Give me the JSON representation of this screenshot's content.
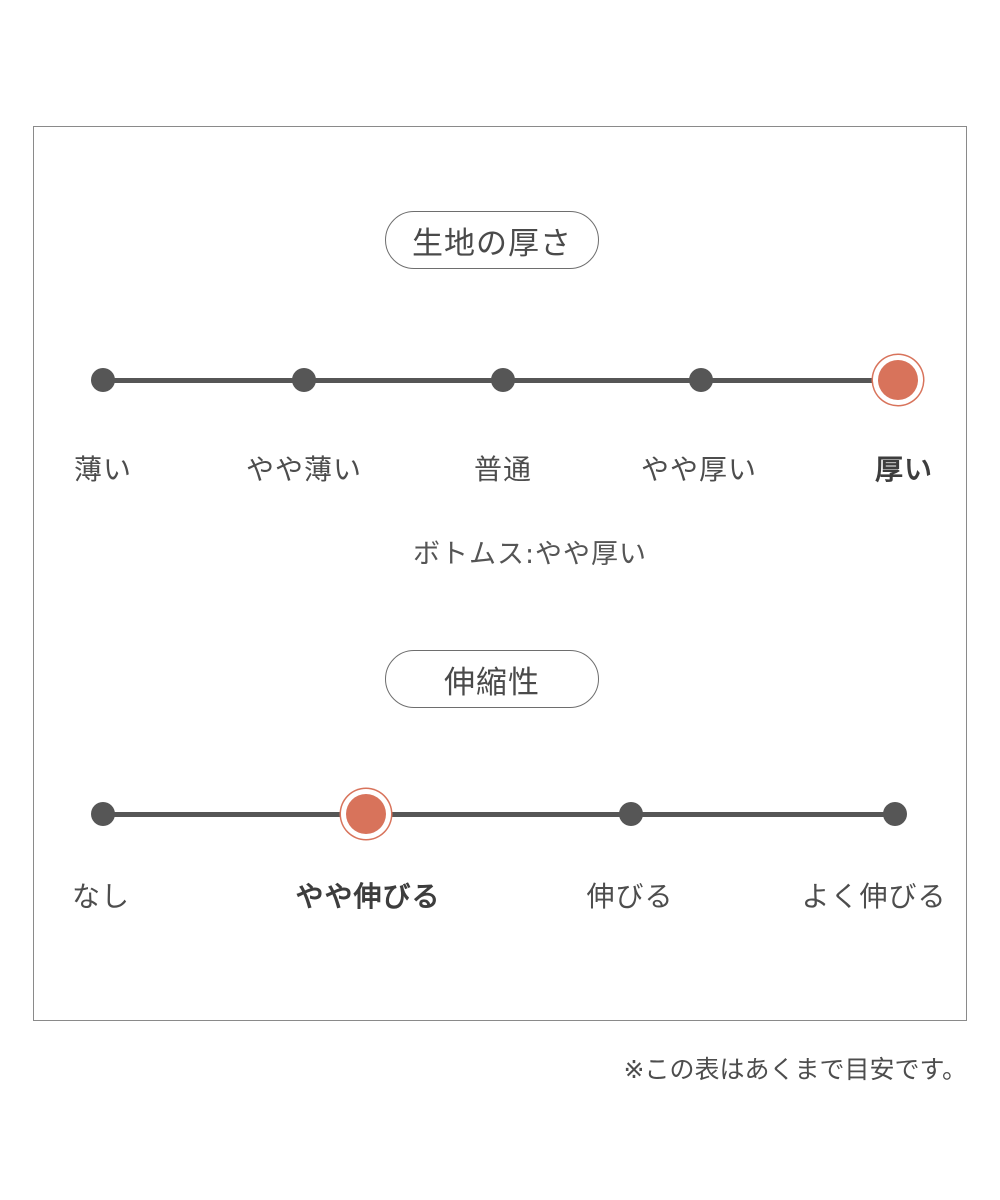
{
  "accent_color": "#d8735b",
  "dot_color": "#565656",
  "thickness": {
    "title": "生地の厚さ",
    "levels": [
      "薄い",
      "やや薄い",
      "普通",
      "やや厚い",
      "厚い"
    ],
    "selected_index": 4,
    "note": "ボトムス:やや厚い"
  },
  "stretch": {
    "title": "伸縮性",
    "levels": [
      "なし",
      "やや伸びる",
      "伸びる",
      "よく伸びる"
    ],
    "selected_index": 1
  },
  "disclaimer": "※この表はあくまで目安です。"
}
